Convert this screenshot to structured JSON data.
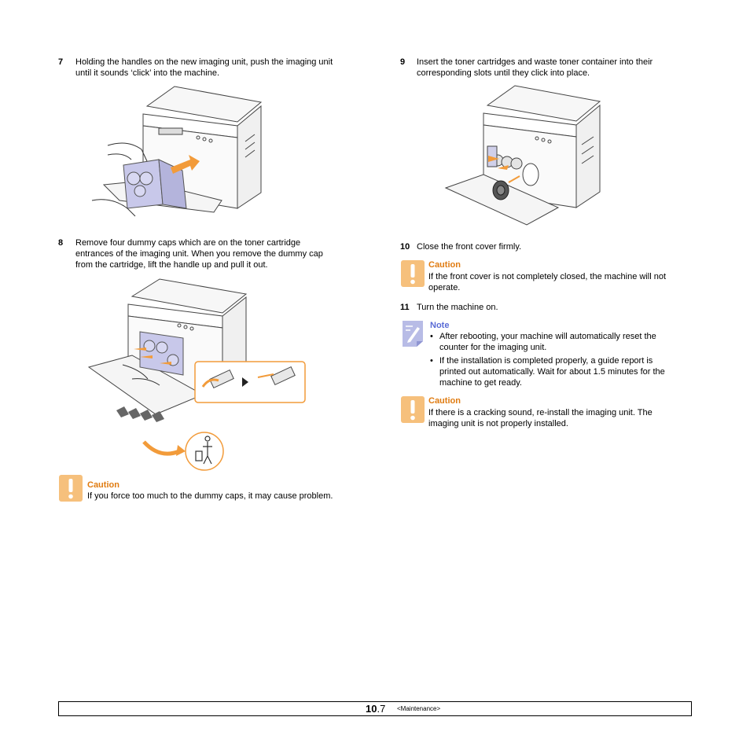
{
  "steps": {
    "s7": {
      "num": "7",
      "line1": "Holding the handles on the new imaging unit, push the imaging unit",
      "line2": "until it sounds ‘click’ into the machine."
    },
    "s8": {
      "num": "8",
      "line1": "Remove four dummy caps which are on the toner cartridge",
      "line2": "entrances of the imaging unit. When you remove the dummy cap",
      "line3": "from the cartridge, lift the handle up and pull it out."
    },
    "s9": {
      "num": "9",
      "line1": "Insert the toner cartridges and waste toner container into their",
      "line2": "corresponding slots until they click into place."
    },
    "s10": {
      "num": "10",
      "line1": "Close the front cover firmly."
    },
    "s11": {
      "num": "11",
      "line1": "Turn the machine on."
    }
  },
  "notices": {
    "caution1": {
      "heading": "Caution",
      "line1": "If you force too much to the dummy caps, it may cause problem."
    },
    "caution2": {
      "heading": "Caution",
      "line1": "If the front cover is not completely closed, the machine will not",
      "line2": "operate."
    },
    "note": {
      "heading": "Note",
      "b1": {
        "line1": "After rebooting, your machine will automatically reset the",
        "line2": "counter for the imaging unit."
      },
      "b2": {
        "line1": "If the installation is completed properly, a guide report is",
        "line2": "printed out automatically. Wait for about 1.5 minutes for the",
        "line3": "machine to get ready."
      }
    },
    "caution3": {
      "heading": "Caution",
      "line1": "If there is a cracking sound, re-install the imaging unit. The",
      "line2": "imaging unit is not properly installed."
    }
  },
  "bullet_glyph": "•",
  "footer": {
    "chapter": "10",
    "page": ".7",
    "section": "<Maintenance>"
  },
  "colors": {
    "caution_icon": "#f6c07c",
    "caution_text": "#e07b10",
    "note_text": "#5a6bd6",
    "note_icon": "#9aa0d8",
    "highlight": "#f29b3a",
    "imaging_unit": "#c8c8ea"
  }
}
